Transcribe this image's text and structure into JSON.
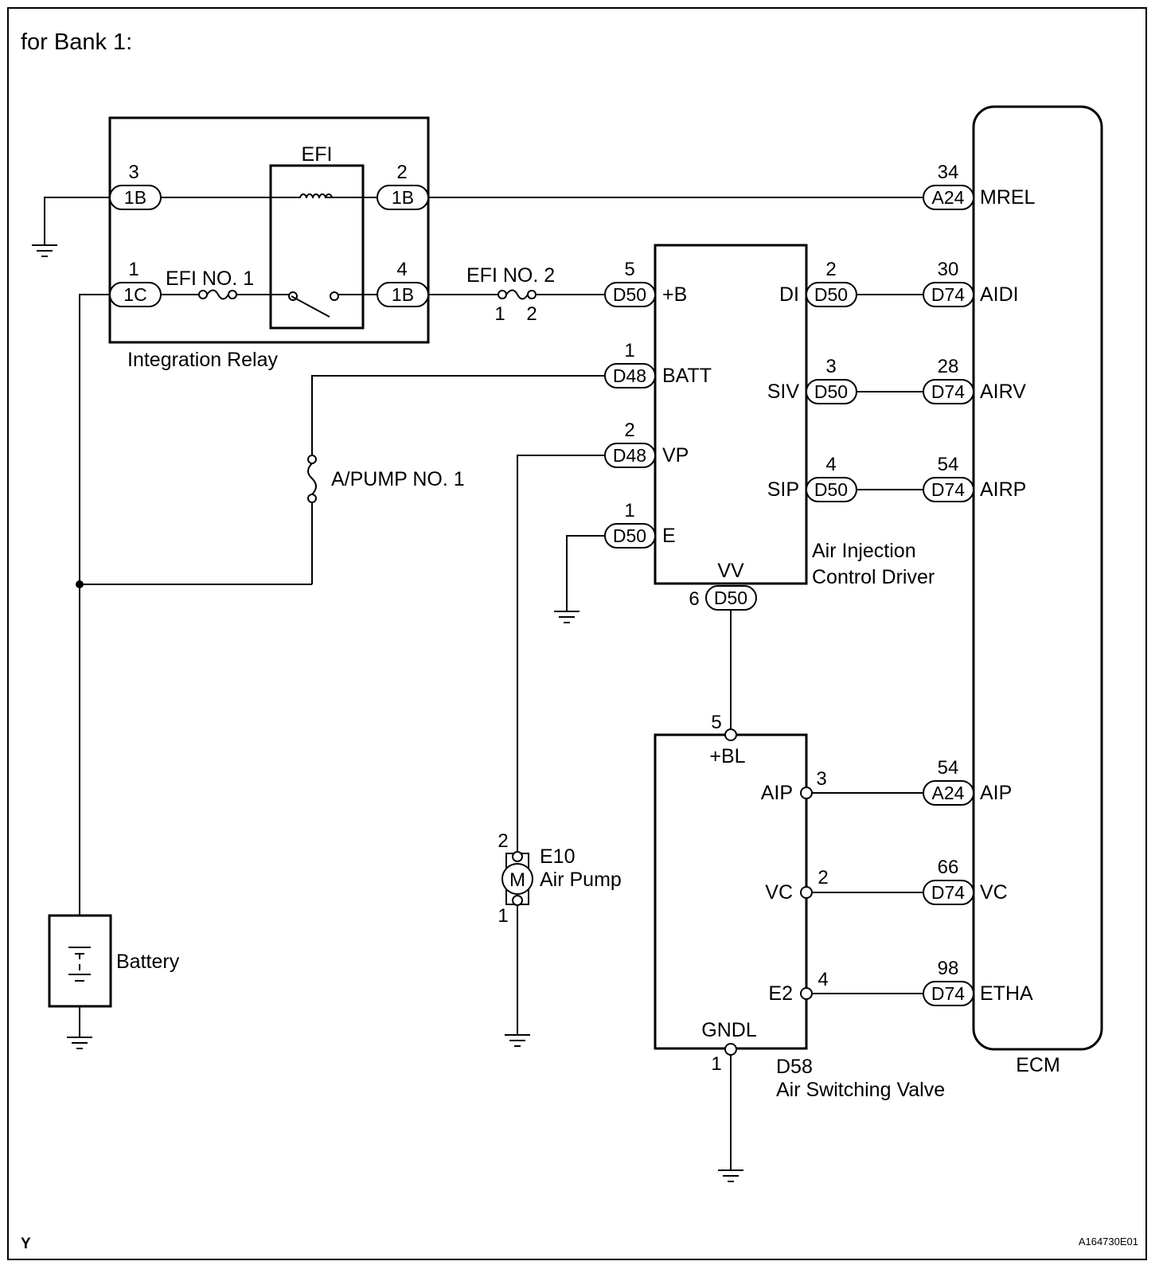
{
  "header": {
    "title": "for Bank 1:",
    "corner_letter": "Y",
    "figure_id": "A164730E01"
  },
  "integration_relay": {
    "label": "Integration Relay",
    "relay_label": "EFI",
    "fuse_label": "EFI NO. 1",
    "pins": [
      {
        "num": "3",
        "conn": "1B"
      },
      {
        "num": "1",
        "conn": "1C"
      },
      {
        "num": "2",
        "conn": "1B"
      },
      {
        "num": "4",
        "conn": "1B"
      }
    ]
  },
  "efi_no2": {
    "label": "EFI NO. 2",
    "pin_left": "1",
    "pin_right": "2"
  },
  "apump_fuse": {
    "label": "A/PUMP NO. 1"
  },
  "battery": {
    "label": "Battery"
  },
  "air_pump": {
    "code": "E10",
    "name": "Air Pump",
    "motor": "M",
    "pin_top": "2",
    "pin_bottom": "1"
  },
  "aicd": {
    "line1": "Air Injection",
    "line2": "Control Driver",
    "left_pins": [
      {
        "num": "5",
        "conn": "D50",
        "name": "+B"
      },
      {
        "num": "1",
        "conn": "D48",
        "name": "BATT"
      },
      {
        "num": "2",
        "conn": "D48",
        "name": "VP"
      },
      {
        "num": "1",
        "conn": "D50",
        "name": "E"
      }
    ],
    "right_pins": [
      {
        "num": "2",
        "conn": "D50",
        "name": "DI"
      },
      {
        "num": "3",
        "conn": "D50",
        "name": "SIV"
      },
      {
        "num": "4",
        "conn": "D50",
        "name": "SIP"
      }
    ],
    "bottom_pin": {
      "num": "6",
      "conn": "D50",
      "name": "VV"
    }
  },
  "asv": {
    "code": "D58",
    "name": "Air Switching Valve",
    "top_pin": {
      "num": "5",
      "name": "+BL"
    },
    "right_pins": [
      {
        "num": "3",
        "name": "AIP"
      },
      {
        "num": "2",
        "name": "VC"
      },
      {
        "num": "4",
        "name": "E2"
      }
    ],
    "bottom_pin": {
      "num": "1",
      "name": "GNDL"
    }
  },
  "ecm": {
    "label": "ECM",
    "pins": [
      {
        "num": "34",
        "conn": "A24",
        "name": "MREL"
      },
      {
        "num": "30",
        "conn": "D74",
        "name": "AIDI"
      },
      {
        "num": "28",
        "conn": "D74",
        "name": "AIRV"
      },
      {
        "num": "54",
        "conn": "D74",
        "name": "AIRP"
      },
      {
        "num": "54",
        "conn": "A24",
        "name": "AIP"
      },
      {
        "num": "66",
        "conn": "D74",
        "name": "VC"
      },
      {
        "num": "98",
        "conn": "D74",
        "name": "ETHA"
      }
    ]
  }
}
